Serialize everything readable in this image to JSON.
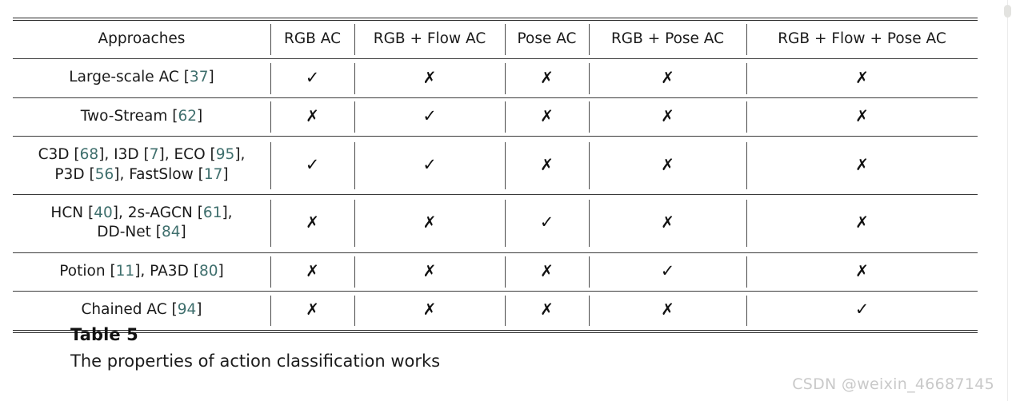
{
  "table": {
    "columns": [
      "Approaches",
      "RGB AC",
      "RGB + Flow AC",
      "Pose AC",
      "RGB + Pose AC",
      "RGB + Flow + Pose AC"
    ],
    "marks": {
      "yes": "✓",
      "no": "✗"
    },
    "rows": [
      {
        "approach_lines": [
          [
            {
              "t": "Large-scale AC ",
              "cite": false
            },
            {
              "t": "[",
              "cite": false,
              "brk": true
            },
            {
              "t": "37",
              "cite": true
            },
            {
              "t": "]",
              "cite": false,
              "brk": true
            }
          ]
        ],
        "cells": [
          "yes",
          "no",
          "no",
          "no",
          "no"
        ]
      },
      {
        "approach_lines": [
          [
            {
              "t": "Two-Stream ",
              "cite": false
            },
            {
              "t": "[",
              "cite": false,
              "brk": true
            },
            {
              "t": "62",
              "cite": true
            },
            {
              "t": "]",
              "cite": false,
              "brk": true
            }
          ]
        ],
        "cells": [
          "no",
          "yes",
          "no",
          "no",
          "no"
        ]
      },
      {
        "approach_lines": [
          [
            {
              "t": "C3D ",
              "cite": false
            },
            {
              "t": "[",
              "cite": false,
              "brk": true
            },
            {
              "t": "68",
              "cite": true
            },
            {
              "t": "], I3D ",
              "cite": false,
              "brk": true
            },
            {
              "t": "[",
              "cite": false,
              "brk": true
            },
            {
              "t": "7",
              "cite": true
            },
            {
              "t": "], ECO ",
              "cite": false,
              "brk": true
            },
            {
              "t": "[",
              "cite": false,
              "brk": true
            },
            {
              "t": "95",
              "cite": true
            },
            {
              "t": "],",
              "cite": false,
              "brk": true
            }
          ],
          [
            {
              "t": "P3D ",
              "cite": false
            },
            {
              "t": "[",
              "cite": false,
              "brk": true
            },
            {
              "t": "56",
              "cite": true
            },
            {
              "t": "], FastSlow ",
              "cite": false,
              "brk": true
            },
            {
              "t": "[",
              "cite": false,
              "brk": true
            },
            {
              "t": "17",
              "cite": true
            },
            {
              "t": "]",
              "cite": false,
              "brk": true
            }
          ]
        ],
        "cells": [
          "yes",
          "yes",
          "no",
          "no",
          "no"
        ]
      },
      {
        "approach_lines": [
          [
            {
              "t": "HCN ",
              "cite": false
            },
            {
              "t": "[",
              "cite": false,
              "brk": true
            },
            {
              "t": "40",
              "cite": true
            },
            {
              "t": "], 2s-AGCN ",
              "cite": false,
              "brk": true
            },
            {
              "t": "[",
              "cite": false,
              "brk": true
            },
            {
              "t": "61",
              "cite": true
            },
            {
              "t": "],",
              "cite": false,
              "brk": true
            }
          ],
          [
            {
              "t": "DD-Net ",
              "cite": false
            },
            {
              "t": "[",
              "cite": false,
              "brk": true
            },
            {
              "t": "84",
              "cite": true
            },
            {
              "t": "]",
              "cite": false,
              "brk": true
            }
          ]
        ],
        "cells": [
          "no",
          "no",
          "yes",
          "no",
          "no"
        ]
      },
      {
        "approach_lines": [
          [
            {
              "t": "Potion ",
              "cite": false
            },
            {
              "t": "[",
              "cite": false,
              "brk": true
            },
            {
              "t": "11",
              "cite": true
            },
            {
              "t": "], PA3D ",
              "cite": false,
              "brk": true
            },
            {
              "t": "[",
              "cite": false,
              "brk": true
            },
            {
              "t": "80",
              "cite": true
            },
            {
              "t": "]",
              "cite": false,
              "brk": true
            }
          ]
        ],
        "cells": [
          "no",
          "no",
          "no",
          "yes",
          "no"
        ]
      },
      {
        "approach_lines": [
          [
            {
              "t": "Chained AC ",
              "cite": false
            },
            {
              "t": "[",
              "cite": false,
              "brk": true
            },
            {
              "t": "94",
              "cite": true
            },
            {
              "t": "]",
              "cite": false,
              "brk": true
            }
          ]
        ],
        "cells": [
          "no",
          "no",
          "no",
          "no",
          "yes"
        ]
      }
    ]
  },
  "caption": {
    "title": "Table 5",
    "text": "The properties of action classification works"
  },
  "watermark": {
    "text": "CSDN @weixin_46687145"
  },
  "colors": {
    "citation": "#3f6f6d",
    "rule": "#2a2a2a",
    "text": "#1a1a1a",
    "watermark": "#c9c9c9"
  }
}
